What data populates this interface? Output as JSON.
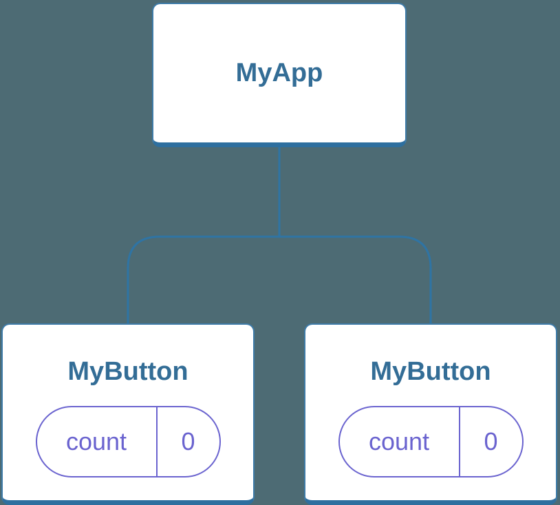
{
  "tree": {
    "root": {
      "label": "MyApp"
    },
    "children": [
      {
        "label": "MyButton",
        "state": {
          "key": "count",
          "value": "0"
        }
      },
      {
        "label": "MyButton",
        "state": {
          "key": "count",
          "value": "0"
        }
      }
    ]
  },
  "colors": {
    "background": "#4D6B74",
    "connector": "#2F74A4",
    "card_background": "#FFFFFF",
    "card_border": "#3E7BA8",
    "card_border_bottom": "#2E6F9F",
    "heading_text": "#336D96",
    "state_accent": "#6A63CF"
  }
}
